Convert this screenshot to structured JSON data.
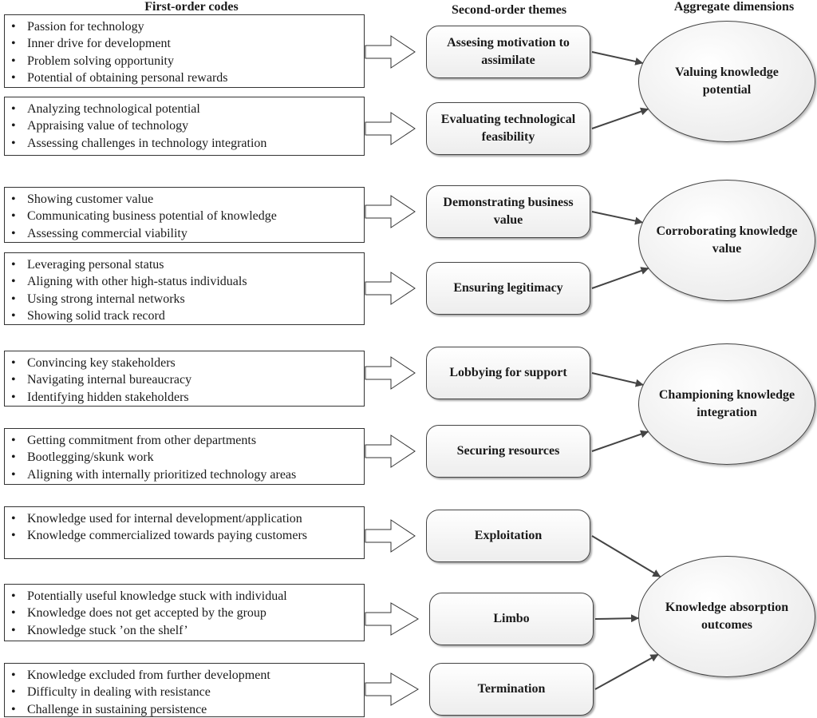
{
  "headers": {
    "first_order": "First-order codes",
    "second_order": "Second-order themes",
    "aggregate": "Aggregate dimensions"
  },
  "groups": [
    {
      "codes": [
        "Passion for technology",
        "Inner drive for development",
        "Problem solving opportunity",
        "Potential of obtaining personal rewards"
      ],
      "theme": "Assesing motivation to assimilate"
    },
    {
      "codes": [
        "Analyzing technological potential",
        "Appraising value of technology",
        "Assessing challenges in technology integration"
      ],
      "theme": "Evaluating technological feasibility"
    },
    {
      "codes": [
        "Showing customer value",
        "Communicating business potential of knowledge",
        "Assessing commercial viability"
      ],
      "theme": "Demonstrating business value"
    },
    {
      "codes": [
        "Leveraging personal status",
        "Aligning with other high-status individuals",
        "Using strong internal networks",
        "Showing solid track record"
      ],
      "theme": "Ensuring legitimacy"
    },
    {
      "codes": [
        "Convincing key stakeholders",
        "Navigating internal bureaucracy",
        "Identifying hidden stakeholders"
      ],
      "theme": "Lobbying for support"
    },
    {
      "codes": [
        "Getting commitment from other departments",
        "Bootlegging/skunk work",
        "Aligning with internally prioritized technology areas"
      ],
      "theme": "Securing resources"
    },
    {
      "codes": [
        "Knowledge used for internal development/application",
        "Knowledge commercialized towards paying customers"
      ],
      "theme": "Exploitation"
    },
    {
      "codes": [
        "Potentially useful knowledge stuck with  individual",
        "Knowledge does not get accepted by the group",
        "Knowledge stuck ’on the shelf’"
      ],
      "theme": "Limbo"
    },
    {
      "codes": [
        "Knowledge excluded from further development",
        "Difficulty in dealing with resistance",
        "Challenge in sustaining persistence"
      ],
      "theme": "Termination"
    }
  ],
  "dimensions": [
    {
      "label": "Valuing knowledge potential",
      "themes": [
        0,
        1
      ]
    },
    {
      "label": "Corroborating knowledge value",
      "themes": [
        2,
        3
      ]
    },
    {
      "label": "Championing knowledge integration",
      "themes": [
        4,
        5
      ]
    },
    {
      "label": "Knowledge absorption outcomes",
      "themes": [
        6,
        7,
        8
      ]
    }
  ]
}
